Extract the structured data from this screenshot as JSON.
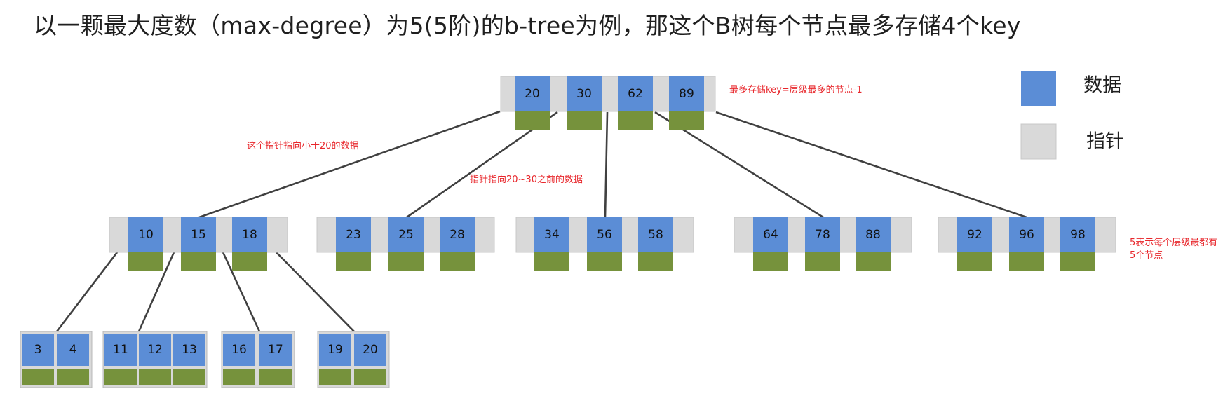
{
  "title": "以一颗最大度数（max-degree）为5(5阶)的b-tree为例，那这个B树每个节点最多存储4个key",
  "colors": {
    "key": "#5b8dd6",
    "pointer": "#d9d9d9",
    "data": "#76923c",
    "line": "#404040",
    "note": "#e8262b"
  },
  "root": {
    "keys": [
      "20",
      "30",
      "62",
      "89"
    ]
  },
  "level2": [
    {
      "keys": [
        "10",
        "15",
        "18"
      ]
    },
    {
      "keys": [
        "23",
        "25",
        "28"
      ]
    },
    {
      "keys": [
        "34",
        "56",
        "58"
      ]
    },
    {
      "keys": [
        "64",
        "78",
        "88"
      ]
    },
    {
      "keys": [
        "92",
        "96",
        "98"
      ]
    }
  ],
  "leaves": [
    {
      "keys": [
        "3",
        "4"
      ]
    },
    {
      "keys": [
        "11",
        "12",
        "13"
      ]
    },
    {
      "keys": [
        "16",
        "17"
      ]
    },
    {
      "keys": [
        "19",
        "20"
      ]
    }
  ],
  "annotations": {
    "max_keys": "最多存储key=层级最多的节点-1",
    "pointer_lt20": "这个指针指向小于20的数据",
    "pointer_20_30": "指针指向20~30之前的数据",
    "level_nodes_line1": "5表示每个层级最都有",
    "level_nodes_line2": "5个节点"
  },
  "legend": {
    "data_label": "数据",
    "pointer_label": "指针"
  }
}
